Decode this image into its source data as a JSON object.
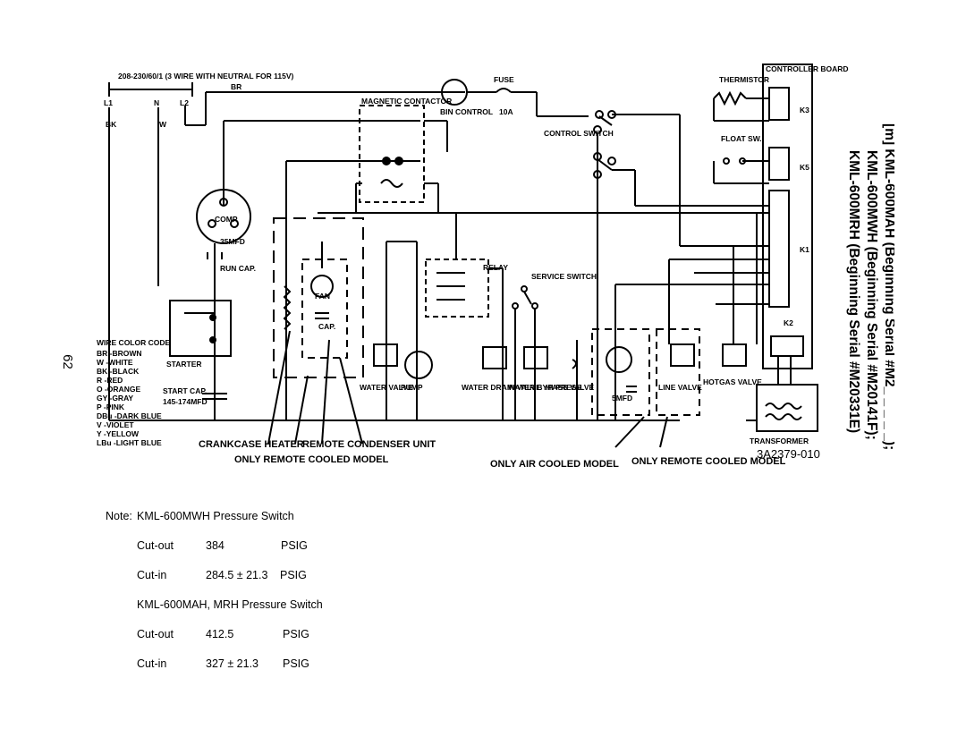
{
  "title": {
    "line1": "[m] KML-600MAH (Beginning Serial #M2_ _ _ _ _);",
    "line2": "KML-600MWH (Beginning Serial #M20141F);",
    "line3": "KML-600MRH (Beginning Serial #M20331E)"
  },
  "page_number": "62",
  "diagram": {
    "supply": "208-230/60/1 (3 WIRE WITH NEUTRAL FOR 115V)",
    "l1": "L1",
    "n": "N",
    "l2": "L2",
    "bk": "BK",
    "w": "W",
    "br": "BR",
    "magnetic_contactor": "MAGNETIC CONTACTOR",
    "bin_control": "BIN CONTROL",
    "fuse": "FUSE",
    "fuse_rating": "10A",
    "controller_board": "CONTROLLER BOARD",
    "thermistor": "THERMISTOR",
    "float_sw": "FLOAT SW.",
    "control_switch": "CONTROL SWITCH",
    "relay": "RELAY",
    "service_switch": "SERVICE SWITCH",
    "comp": "COMP.",
    "run_cap": "RUN CAP.",
    "run_cap_value": "35MFD",
    "starter": "STARTER",
    "start_cap": "START CAP.",
    "start_cap_value": "145-174MFD",
    "fan": "FAN",
    "cap": "CAP.",
    "cap_value": "5MFD",
    "water_valve": "WATER VALVE",
    "pump": "PUMP",
    "water_drain_valve": "WATER DRAIN VALVE",
    "water_bypass_valve": "WATER BYPASS VALVE",
    "hi_press": "HI-PRESS.",
    "line_valve": "LINE VALVE",
    "hot_gas_valve": "HOTGAS VALVE",
    "transformer": "TRANSFORMER",
    "k1": "K1",
    "k2": "K2",
    "k3": "K3",
    "k5": "K5",
    "color_code_title": "WIRE COLOR CODE",
    "color_code": [
      "BR -BROWN",
      "W -WHITE",
      "BK -BLACK",
      "R -RED",
      "O -ORANGE",
      "GY -GRAY",
      "P -PINK",
      "DBu -DARK BLUE",
      "V -VIOLET",
      "Y -YELLOW",
      "LBu -LIGHT BLUE"
    ],
    "crankcase_heater": "CRANKCASE HEATER",
    "remote_condenser_unit": "REMOTE CONDENSER UNIT",
    "only_remote_cooled_model_1": "ONLY REMOTE COOLED MODEL",
    "only_air_cooled_model": "ONLY AIR COOLED MODEL",
    "only_remote_cooled_model_2": "ONLY REMOTE COOLED MODEL",
    "drawing_number": "3A2379-010"
  },
  "notes": {
    "header": "Note:",
    "mwh_title": "KML-600MWH Pressure Switch",
    "mwh_cutout_label": "Cut-out",
    "mwh_cutout_value": "384",
    "mwh_cutout_unit": "PSIG",
    "mwh_cutin_label": "Cut-in",
    "mwh_cutin_value": "284.5 ± 21.3",
    "mwh_cutin_unit": "PSIG",
    "mah_title": "KML-600MAH, MRH Pressure Switch",
    "mah_cutout_label": "Cut-out",
    "mah_cutout_value": "412.5",
    "mah_cutout_unit": "PSIG",
    "mah_cutin_label": "Cut-in",
    "mah_cutin_value": "327 ± 21.3",
    "mah_cutin_unit": "PSIG"
  }
}
